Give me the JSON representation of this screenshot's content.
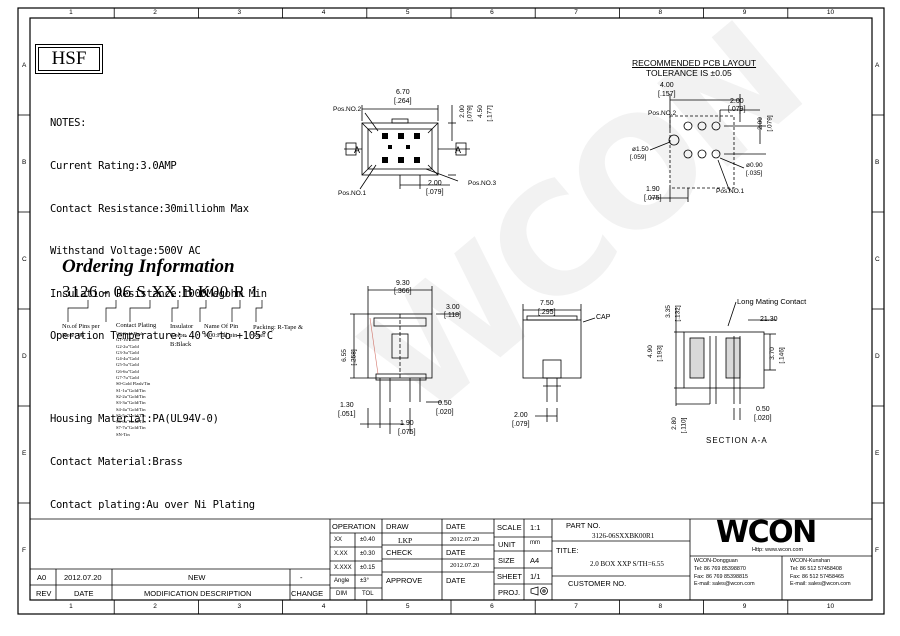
{
  "frame": {
    "col_numbers": [
      "1",
      "2",
      "3",
      "4",
      "5",
      "6",
      "7",
      "8",
      "9",
      "10"
    ],
    "row_letters": [
      "A",
      "B",
      "C",
      "D",
      "E",
      "F"
    ]
  },
  "badge": "HSF",
  "notes": {
    "heading": "NOTES:",
    "lines": [
      "Current Rating:3.0AMP",
      "Contact Resistance:30milliohm Max",
      "Withstand Voltage:500V AC",
      "Insulation Resistance:1000Megohm Min",
      "Operation Temperature:-40°C to +105°C",
      "",
      "Housing Material:PA(UL94V-0)",
      "Contact Material:Brass",
      "Contact plating:Au over Ni Plating"
    ]
  },
  "ordering": {
    "title": "Ordering Information",
    "code": "3126 - 06 S XX  B  K00  R 1",
    "labels": {
      "pins": "No.of Pins per Row: 06",
      "plating": "Contact Plating",
      "plating_options": [
        "G0-Gold Flash",
        "G1-1u\"Gold",
        "G2-2u\"Gold",
        "G3-3u\"Gold",
        "G4-4u\"Gold",
        "G5-5u\"Gold",
        "G6-6u\"Gold",
        "G7-7u\"Gold",
        "S0-Gold Flash/Tin",
        "S1-1u\"Gold/Tin",
        "S2-2u\"Gold/Tin",
        "S3-3u\"Gold/Tin",
        "S4-4u\"Gold/Tin",
        "S5-5u\"Gold/Tin",
        "S6-6u\"Gold/Tin",
        "S7-7u\"Gold/Tin",
        "SN-Tin"
      ],
      "insulator": "Insulator Color: B:Black",
      "pitch": "Name Of Pin K00:Full pin",
      "packing": "Packing: R-Tape & Reel"
    }
  },
  "pcb_layout": {
    "title": "RECOMMENDED PCB LAYOUT",
    "tolerance": "TOLERANCE IS ±0.05",
    "dims": [
      "4.00",
      "[.157]",
      "2.00",
      "[.079]",
      "2.00",
      "[.079]",
      "Pos.NO.2",
      "ø1.50",
      "[.059]",
      "ø0.90",
      "[.035]",
      "1.90",
      "[.075]",
      "Pos.NO.1"
    ]
  },
  "top_view": {
    "labels": [
      "Pos.NO.2",
      "Pos.NO.1",
      "Pos.NO.3",
      "A",
      "A"
    ],
    "dims": [
      "6.70",
      "[.264]",
      "2.00",
      "[.079]",
      "4.50",
      "[.177]",
      "2.00",
      "[.079]"
    ]
  },
  "front_view": {
    "dims": [
      "9.30",
      "[.366]",
      "3.00",
      "[.118]",
      "6.55",
      "[.258]",
      "1.30",
      "[.051]",
      "0.50",
      "[.020]",
      "1.90",
      "[.075]"
    ]
  },
  "side_view": {
    "dims": [
      "7.50",
      "[.295]",
      "CAP",
      "2.00",
      "[.079]"
    ]
  },
  "section_view": {
    "title": "Long Mating Contact",
    "caption": "SECTION A-A",
    "dims": [
      "3.35",
      "[.132]",
      "21.30",
      "4.90",
      "[.193]",
      "3.70",
      "[.146]",
      "0.50",
      "[.020]",
      "2.80",
      "[.110]"
    ]
  },
  "watermark": "WCON",
  "title_block": {
    "revision": {
      "rev": "A0",
      "date": "2012.07.20",
      "desc": "NEW",
      "change": "-"
    },
    "rev_headers": [
      "REV",
      "DATE",
      "MODIFICATION DESCRIPTION",
      "CHANGE"
    ],
    "operation": "OPERATION",
    "tolerance_rows": [
      [
        "XX",
        "±0.40"
      ],
      [
        "X.XX",
        "±0.30"
      ],
      [
        "X.XXX",
        "±0.15"
      ],
      [
        "Angle",
        "±3°"
      ]
    ],
    "dim_label": "DIM",
    "tol_label": "TOL",
    "draw": "DRAW",
    "draw_by": "LKP",
    "check": "CHECK",
    "approve": "APPROVE",
    "date_label": "DATE",
    "date1": "2012.07.20",
    "date2": "2012.07.20",
    "scale_label": "SCALE",
    "scale": "1:1",
    "unit_label": "UNIT",
    "unit": "mm",
    "size_label": "SIZE",
    "size": "A4",
    "sheet_label": "SHEET",
    "sheet": "1/1",
    "proj_label": "PROJ.",
    "part_no_label": "PART NO.",
    "part_no": "3126-06SXXBK00R1",
    "title_label": "TITLE:",
    "title": "2.0 BOX XXP S/TH=6.55",
    "customer_no_label": "CUSTOMER NO.",
    "logo": "WCON",
    "web": "Http: www.wcon.com",
    "office1": {
      "name": "WCON-Dongguan",
      "tel": "Tel: 86 769 85398870",
      "fax": "Fax: 86 769 85398815",
      "mail": "E-mail: sales@wcon.com"
    },
    "office2": {
      "name": "WCON-Kunshan",
      "tel": "Tel: 86 512 57458408",
      "fax": "Fax: 86 512 57458465",
      "mail": "E-mail: sales@wcon.com"
    }
  }
}
